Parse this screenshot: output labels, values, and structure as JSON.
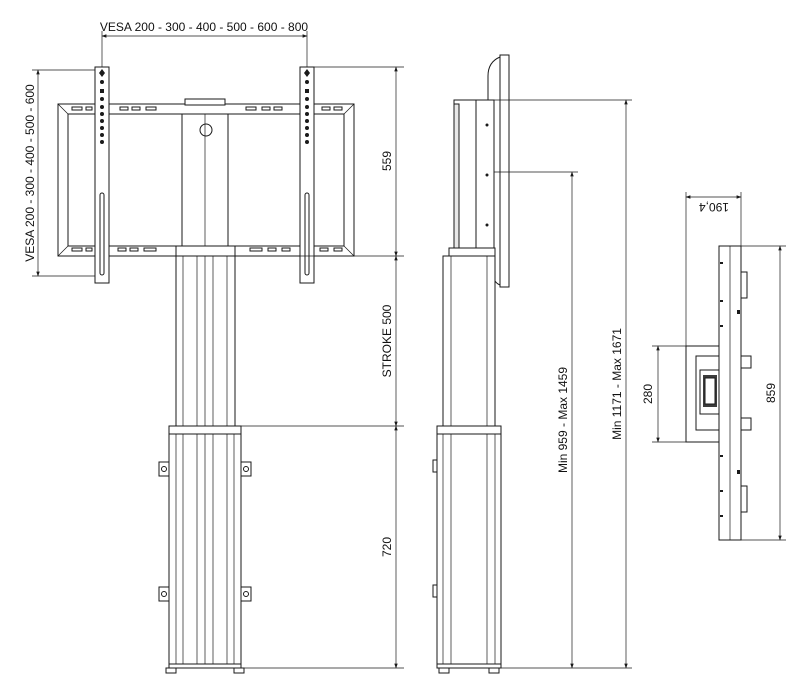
{
  "dimensions": {
    "vesa_horizontal": "VESA 200 - 300 - 400 - 500 - 600 - 800",
    "vesa_vertical": "VESA 200 - 300 - 400 - 500 - 600",
    "dim_559": "559",
    "stroke": "STROKE 500",
    "dim_720": "720",
    "min_max_column": "Min 959 - Max 1459",
    "min_max_total": "Min 1171 - Max 1671",
    "depth": "190,4",
    "bracket_height": "280",
    "frame_height": "859"
  }
}
